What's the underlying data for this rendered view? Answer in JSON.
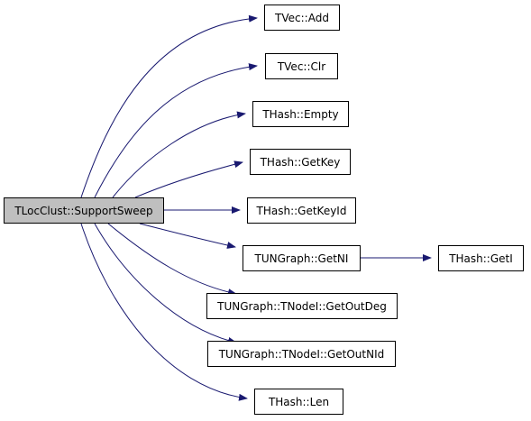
{
  "graph": {
    "edge_color": "#191970",
    "root": {
      "label": "TLocClust::SupportSweep",
      "fill": "#bfbfbf"
    },
    "callees": [
      {
        "id": "n_add",
        "label": "TVec::Add"
      },
      {
        "id": "n_clr",
        "label": "TVec::Clr"
      },
      {
        "id": "n_empty",
        "label": "THash::Empty"
      },
      {
        "id": "n_getkey",
        "label": "THash::GetKey"
      },
      {
        "id": "n_getkeyid",
        "label": "THash::GetKeyId"
      },
      {
        "id": "n_getni",
        "label": "TUNGraph::GetNI"
      },
      {
        "id": "n_getoutdeg",
        "label": "TUNGraph::TNodeI::GetOutDeg"
      },
      {
        "id": "n_getoutnid",
        "label": "TUNGraph::TNodeI::GetOutNId"
      },
      {
        "id": "n_len",
        "label": "THash::Len"
      }
    ],
    "secondary": {
      "id": "n_geti",
      "label": "THash::GetI"
    },
    "edges": [
      {
        "from": "root",
        "to": "n_add"
      },
      {
        "from": "root",
        "to": "n_clr"
      },
      {
        "from": "root",
        "to": "n_empty"
      },
      {
        "from": "root",
        "to": "n_getkey"
      },
      {
        "from": "root",
        "to": "n_getkeyid"
      },
      {
        "from": "root",
        "to": "n_getni"
      },
      {
        "from": "root",
        "to": "n_getoutdeg"
      },
      {
        "from": "root",
        "to": "n_getoutnid"
      },
      {
        "from": "root",
        "to": "n_len"
      },
      {
        "from": "n_getni",
        "to": "n_geti"
      }
    ]
  }
}
